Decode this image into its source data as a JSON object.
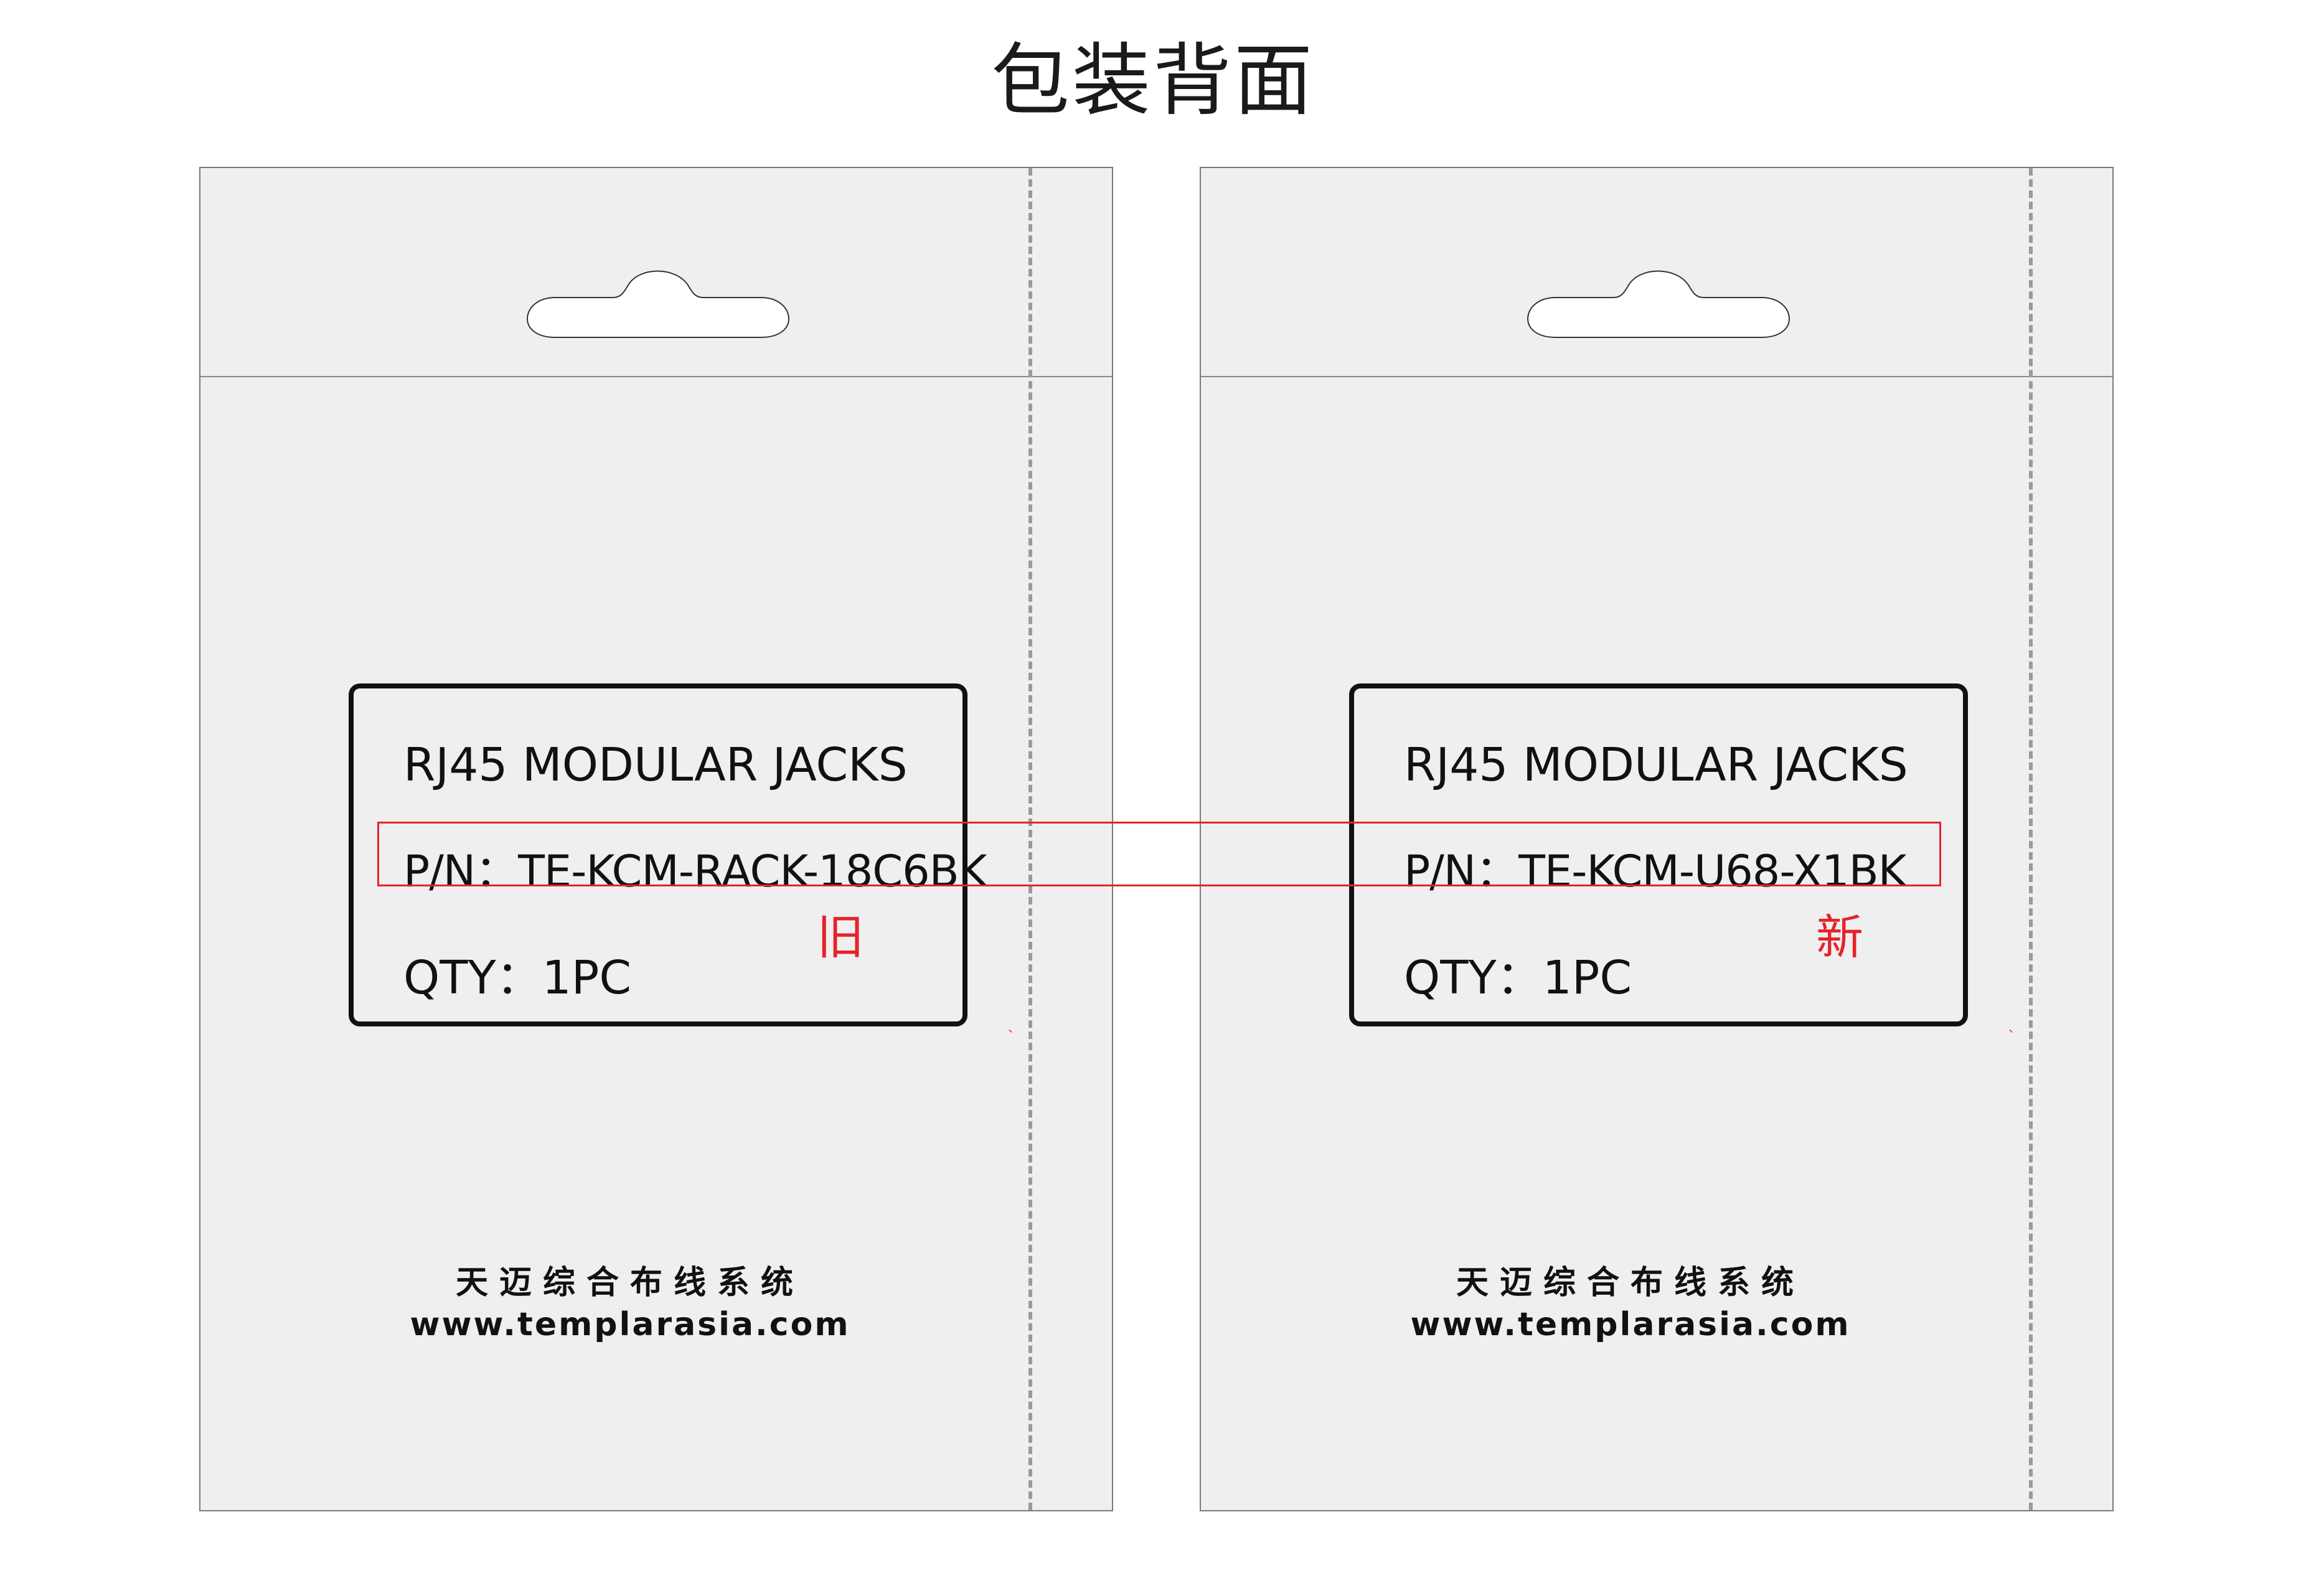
{
  "page": {
    "title": "包装背面"
  },
  "colors": {
    "card_background": "#efefef",
    "card_border": "#7a7a7a",
    "perforation": "#9a9a9a",
    "label_border": "#111111",
    "highlight": "#e6232a"
  },
  "cards": [
    {
      "side": "left",
      "hanger_icon": "euro-hang-hole",
      "label_title": "RJ45 MODULAR JACKS",
      "label_pn": "P/N：TE-KCM-RACK-18C6BK",
      "label_qty": "QTY：1PC",
      "version_tag": "旧",
      "tick_mark": "﹑",
      "company_name": "天迈综合布线系统",
      "website": "www.templarasia.com"
    },
    {
      "side": "right",
      "hanger_icon": "euro-hang-hole",
      "label_title": "RJ45 MODULAR JACKS",
      "label_pn": "P/N：TE-KCM-U68-X1BK",
      "label_qty": "QTY：1PC",
      "version_tag": "新",
      "tick_mark": "﹑",
      "company_name": "天迈综合布线系统",
      "website": "www.templarasia.com"
    }
  ]
}
